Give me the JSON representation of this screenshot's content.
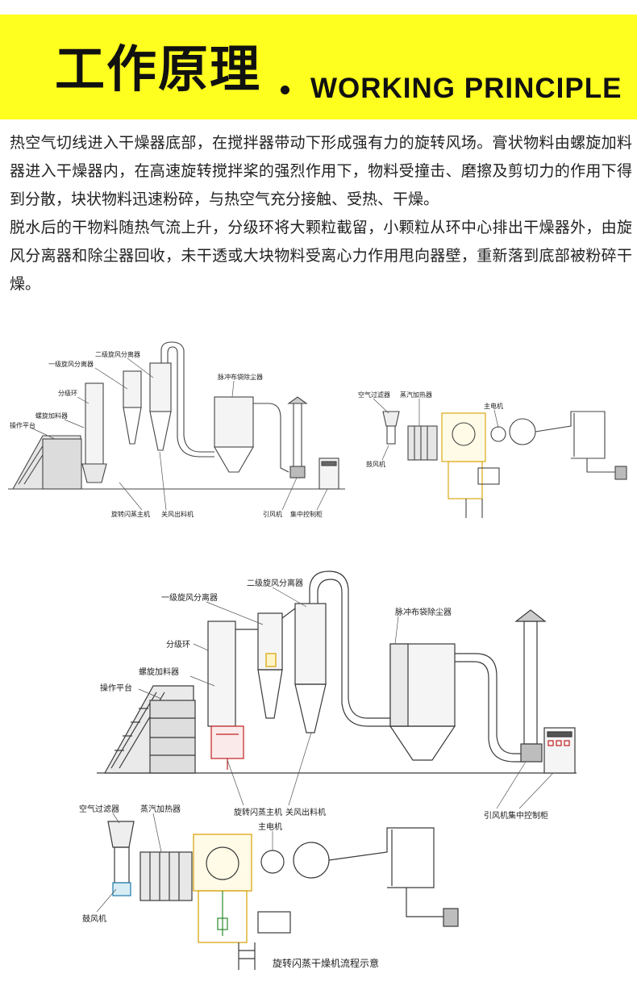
{
  "header": {
    "title_cn": "工作原理",
    "title_en": "WORKING PRINCIPLE",
    "background_color": "#ffff1f"
  },
  "body": {
    "paragraph_1": "热空气切线进入干燥器底部，在搅拌器带动下形成强有力的旋转风场。膏状物料由螺旋加料器进入干燥器内，在高速旋转搅拌桨的强烈作用下，物料受撞击、磨擦及剪切力的作用下得到分散，块状物料迅速粉碎，与热空气充分接触、受热、干燥。",
    "paragraph_2": "脱水后的干物料随热气流上升，分级环将大颗粒截留，小颗粒从环中心排出干燥器外，由旋风分离器和除尘器回收，未干透或大块物料受离心力作用甩向器壁，重新落到底部被粉碎干燥。"
  },
  "diagram_small": {
    "labels": {
      "l1": "二级旋风分离器",
      "l2": "一级旋风分离器",
      "l3": "脉冲布袋除尘器",
      "l4": "分级环",
      "l5": "螺旋加料器",
      "l6": "操作平台",
      "l7": "旋转闪蒸主机",
      "l8": "关风出料机",
      "l9": "引风机",
      "l10": "集中控制柜",
      "l11": "空气过滤器",
      "l12": "蒸汽加热器",
      "l13": "主电机",
      "l14": "鼓风机"
    }
  },
  "diagram_large": {
    "labels": {
      "l1": "二级旋风分离器",
      "l2": "一级旋风分离器",
      "l3": "脉冲布袋除尘器",
      "l4": "分级环",
      "l5": "螺旋加料器",
      "l6": "操作平台",
      "l7": "旋转闪蒸主机",
      "l8": "关风出料机",
      "l9": "引风机",
      "l10": "集中控制柜",
      "l11": "空气过滤器",
      "l12": "蒸汽加热器",
      "l13": "主电机",
      "l14": "鼓风机"
    },
    "caption": "旋转闪蒸干燥机流程示意"
  }
}
